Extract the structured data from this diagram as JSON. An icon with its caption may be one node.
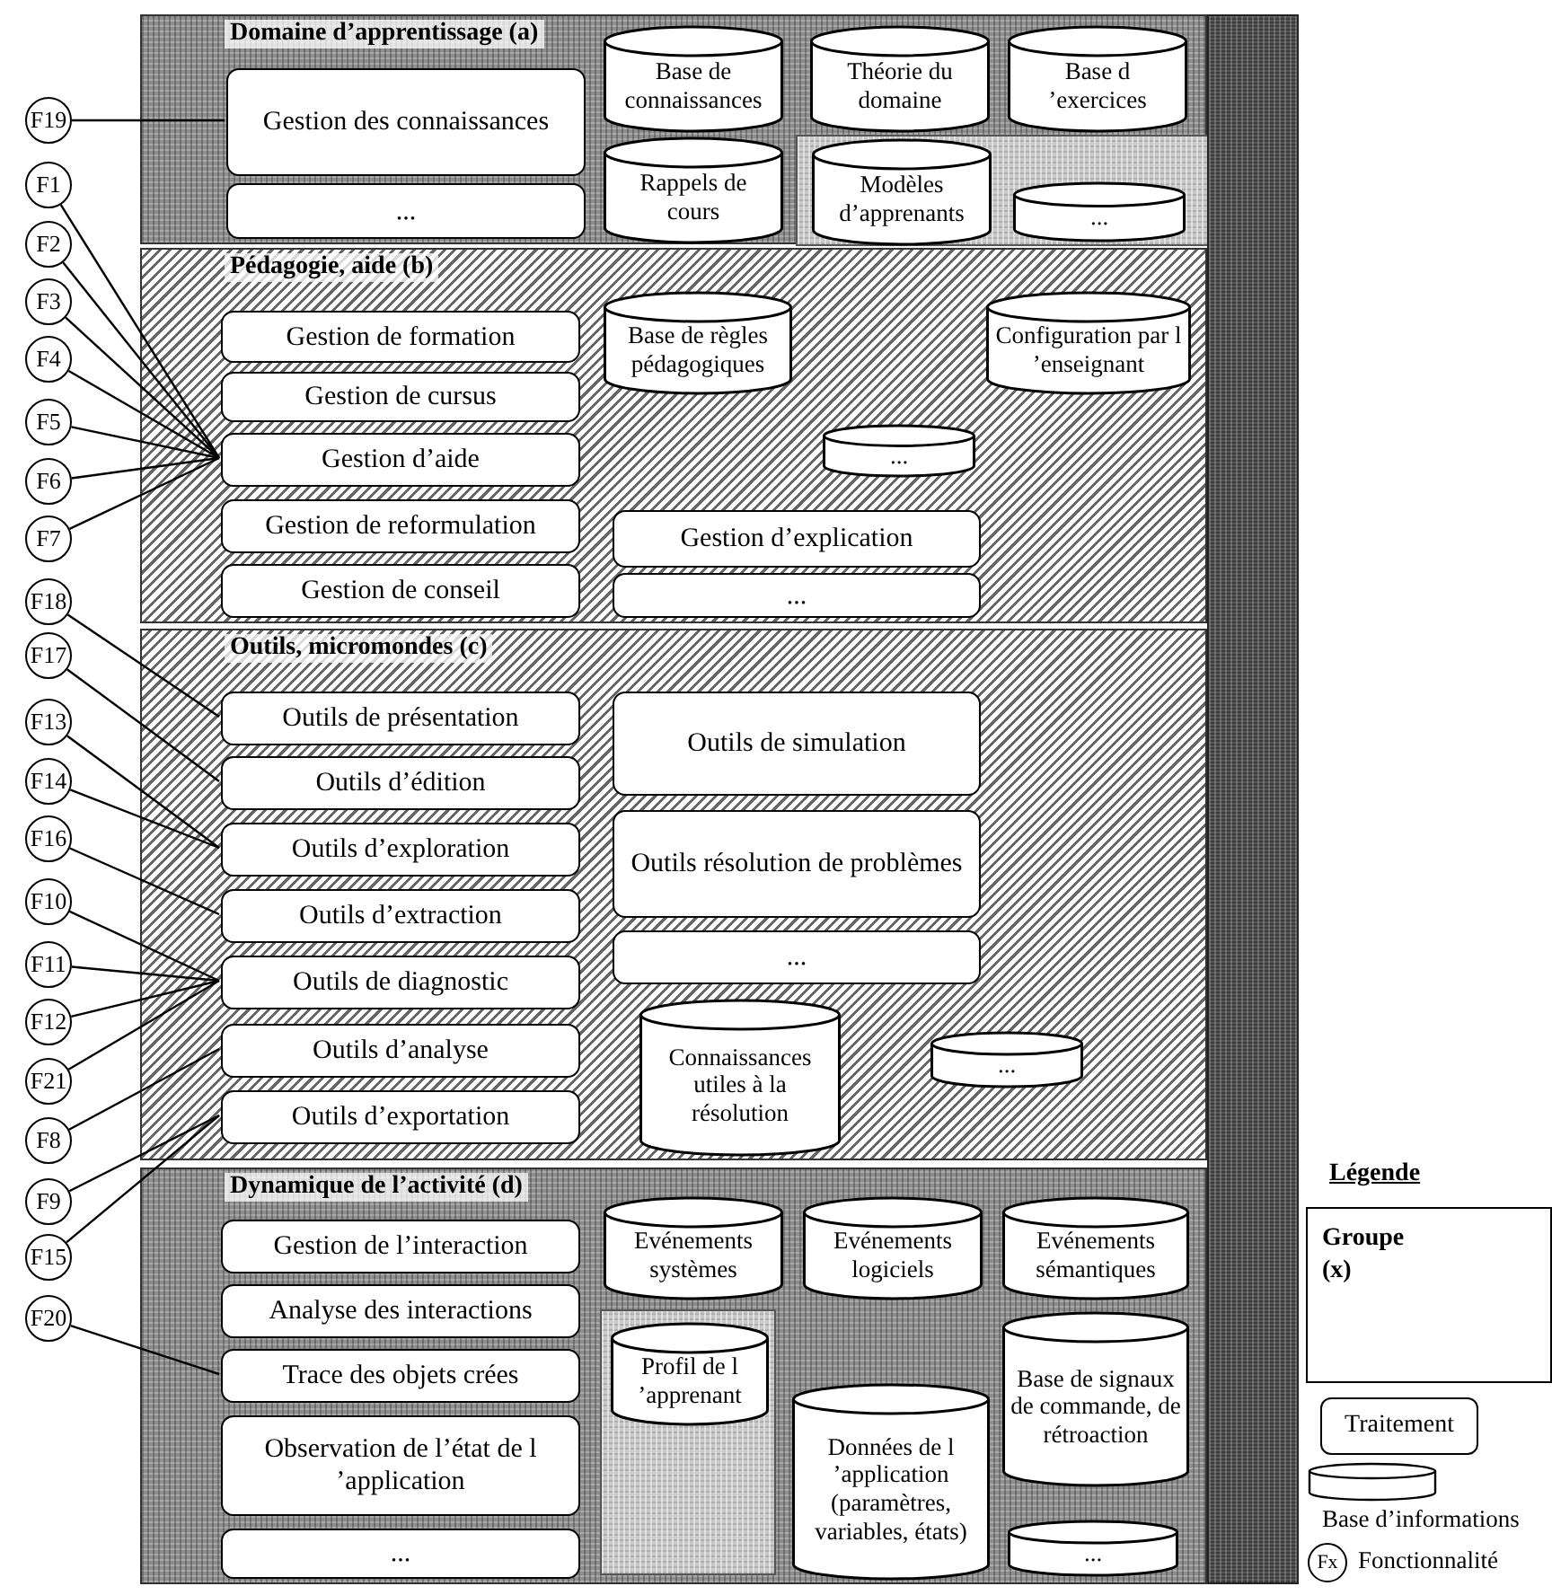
{
  "diagram": {
    "nodes": [
      {
        "text": [
          "Domaine d’apprentissage (a)"
        ]
      },
      {
        "text": [
          "Gestion des connaissances"
        ],
        "in": 0
      },
      {
        "text": [
          "Base de connaissances"
        ],
        "in": 0
      },
      {
        "text": [
          "Théorie du domaine"
        ],
        "in": 0
      },
      {
        "text": [
          "Base d ’exercices"
        ],
        "in": 0
      },
      {
        "text": [
          "..."
        ],
        "in": 0
      },
      {
        "text": [
          "Rappels de cours"
        ],
        "in": 0
      },
      {
        "text": [],
        "shape": "box",
        "in": 0
      },
      {
        "text": [
          "Modèles d’apprenants"
        ],
        "in": 7
      },
      {
        "text": [
          "..."
        ],
        "in": 7
      },
      {
        "text": [
          "Pédagogie, aide (b)"
        ]
      },
      {
        "text": [
          "Gestion de formation"
        ],
        "in": 10
      },
      {
        "text": [
          "Base de règles pédagogiques"
        ],
        "in": 10
      },
      {
        "text": [
          "Configuration par l ’enseignant"
        ],
        "in": 10
      },
      {
        "text": [
          "Gestion de cursus"
        ],
        "in": 10
      },
      {
        "text": [
          "..."
        ],
        "in": 10
      },
      {
        "text": [
          "Gestion d’aide"
        ],
        "in": 10
      },
      {
        "text": [
          "Gestion de reformulation"
        ],
        "in": 10
      },
      {
        "text": [
          "Gestion d’explication"
        ],
        "in": 10
      },
      {
        "text": [
          "Gestion de conseil"
        ],
        "in": 10
      },
      {
        "text": [
          "..."
        ],
        "in": 10
      },
      {
        "text": [
          "Outils, micromondes (c)"
        ]
      },
      {
        "text": [
          "Outils de présentation"
        ],
        "in": 21
      },
      {
        "text": [
          "Outils de simulation"
        ],
        "in": 21
      },
      {
        "text": [
          "Outils d’édition"
        ],
        "in": 21
      },
      {
        "text": [
          "Outils d’exploration"
        ],
        "in": 21
      },
      {
        "text": [
          "Outils résolution de problèmes"
        ],
        "in": 21
      },
      {
        "text": [
          "Outils d’extraction"
        ],
        "in": 21
      },
      {
        "text": [
          "..."
        ],
        "in": 21
      },
      {
        "text": [
          "Outils de diagnostic"
        ],
        "in": 21
      },
      {
        "text": [
          "Outils d’analyse"
        ],
        "in": 21
      },
      {
        "text": [
          "Connaissances utiles à la résolution"
        ],
        "in": 21
      },
      {
        "text": [
          "..."
        ],
        "in": 21
      },
      {
        "text": [
          "Outils d’exportation"
        ],
        "in": 21
      },
      {
        "text": [
          "Dynamique de l’activité (d)"
        ]
      },
      {
        "text": [
          "Gestion de l’interaction"
        ],
        "in": 34
      },
      {
        "text": [
          "Evénements systèmes"
        ],
        "in": 34
      },
      {
        "text": [
          "Evénements logiciels"
        ],
        "in": 34
      },
      {
        "text": [
          "Evénements sémantiques"
        ],
        "in": 34
      },
      {
        "text": [
          "Analyse des interactions"
        ],
        "in": 34
      },
      {
        "text": [],
        "shape": "box",
        "in": 34
      },
      {
        "text": [
          "Profil de l ’apprenant"
        ],
        "in": 40
      },
      {
        "text": [
          "Base de signaux de commande, de rétroaction"
        ],
        "in": 34
      },
      {
        "text": [
          "Trace des objets crées"
        ],
        "in": 34
      },
      {
        "text": [
          "Données de l ’application (paramètres, variables, états)"
        ],
        "in": 34
      },
      {
        "text": [
          "Observation de l’état de l ’application"
        ],
        "in": 34
      },
      {
        "text": [
          "..."
        ],
        "in": 34
      },
      {
        "text": [
          "..."
        ],
        "in": 34
      },
      {
        "text": [
          "F19"
        ]
      },
      {
        "text": [
          "F1"
        ]
      },
      {
        "text": [
          "F2"
        ]
      },
      {
        "text": [
          "F3"
        ]
      },
      {
        "text": [
          "F4"
        ]
      },
      {
        "text": [
          "F5"
        ]
      },
      {
        "text": [
          "F6"
        ]
      },
      {
        "text": [
          "F7"
        ]
      },
      {
        "text": [
          "F18"
        ]
      },
      {
        "text": [
          "F17"
        ]
      },
      {
        "text": [
          "F13"
        ]
      },
      {
        "text": [
          "F14"
        ]
      },
      {
        "text": [
          "F16"
        ]
      },
      {
        "text": [
          "F10"
        ]
      },
      {
        "text": [
          "F11"
        ]
      },
      {
        "text": [
          "F12"
        ]
      },
      {
        "text": [
          "F21"
        ]
      },
      {
        "text": [
          "F8"
        ]
      },
      {
        "text": [
          "F9"
        ]
      },
      {
        "text": [
          "F15"
        ]
      },
      {
        "text": [
          "F20"
        ]
      },
      {
        "text": [],
        "shape": "bar"
      }
    ],
    "edges": [
      {
        "from": 48,
        "to": 1,
        "arrow": "none"
      },
      {
        "from": 49,
        "to": 16,
        "arrow": "none"
      },
      {
        "from": 50,
        "to": 16,
        "arrow": "none"
      },
      {
        "from": 51,
        "to": 16,
        "arrow": "none"
      },
      {
        "from": 52,
        "to": 16,
        "arrow": "none"
      },
      {
        "from": 53,
        "to": 16,
        "arrow": "none"
      },
      {
        "from": 54,
        "to": 16,
        "arrow": "none"
      },
      {
        "from": 55,
        "to": 16,
        "arrow": "none"
      },
      {
        "from": 56,
        "to": 22,
        "arrow": "none"
      },
      {
        "from": 57,
        "to": 24,
        "arrow": "none"
      },
      {
        "from": 58,
        "to": 25,
        "arrow": "none"
      },
      {
        "from": 59,
        "to": 25,
        "arrow": "none"
      },
      {
        "from": 60,
        "to": 27,
        "arrow": "none"
      },
      {
        "from": 61,
        "to": 29,
        "arrow": "none"
      },
      {
        "from": 62,
        "to": 29,
        "arrow": "none"
      },
      {
        "from": 63,
        "to": 29,
        "arrow": "none"
      },
      {
        "from": 64,
        "to": 29,
        "arrow": "none"
      },
      {
        "from": 65,
        "to": 30,
        "arrow": "none"
      },
      {
        "from": 66,
        "to": 33,
        "arrow": "none"
      },
      {
        "from": 67,
        "to": 33,
        "arrow": "none"
      },
      {
        "from": 68,
        "to": 43,
        "arrow": "none"
      }
    ],
    "labels": [
      "Légende",
      "Fx"
    ],
    "legend": [
      {
        "text": "Groupe (x)"
      },
      {
        "text": "Traitement"
      },
      {
        "text": "Base d’informations"
      },
      {
        "text": "Fonctionnalité"
      }
    ]
  }
}
